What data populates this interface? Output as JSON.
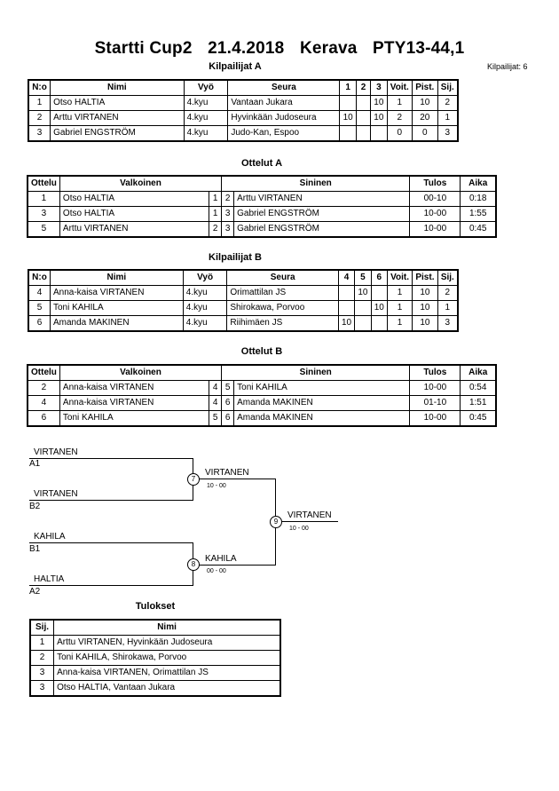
{
  "header": {
    "event": "Startti Cup2",
    "date": "21.4.2018",
    "place": "Kerava",
    "category": "PTY13-44,1",
    "participants": "Kilpailijat: 6"
  },
  "pool_a": {
    "title": "Kilpailijat A",
    "columns": [
      "N:o",
      "Nimi",
      "Vyö",
      "Seura",
      "1",
      "2",
      "3",
      "Voit.",
      "Pist.",
      "Sij."
    ],
    "rows": [
      {
        "no": "1",
        "name": "Otso HALTIA",
        "belt": "4.kyu",
        "club": "Vantaan Jukara",
        "s1": "",
        "s2": "",
        "s3": "10",
        "wins": "1",
        "points": "10",
        "place": "2"
      },
      {
        "no": "2",
        "name": "Arttu VIRTANEN",
        "belt": "4.kyu",
        "club": "Hyvinkään Judoseura",
        "s1": "10",
        "s2": "",
        "s3": "10",
        "wins": "2",
        "points": "20",
        "place": "1"
      },
      {
        "no": "3",
        "name": "Gabriel ENGSTRÖM",
        "belt": "4.kyu",
        "club": "Judo-Kan, Espoo",
        "s1": "",
        "s2": "",
        "s3": "",
        "wins": "0",
        "points": "0",
        "place": "3"
      }
    ]
  },
  "matches_a": {
    "title": "Ottelut A",
    "columns": [
      "Ottelu",
      "Valkoinen",
      "Sininen",
      "Tulos",
      "Aika"
    ],
    "rows": [
      {
        "match": "1",
        "white": "Otso HALTIA",
        "wn": "1",
        "bn": "2",
        "blue": "Arttu VIRTANEN",
        "result": "00-10",
        "time": "0:18"
      },
      {
        "match": "3",
        "white": "Otso HALTIA",
        "wn": "1",
        "bn": "3",
        "blue": "Gabriel ENGSTRÖM",
        "result": "10-00",
        "time": "1:55"
      },
      {
        "match": "5",
        "white": "Arttu VIRTANEN",
        "wn": "2",
        "bn": "3",
        "blue": "Gabriel ENGSTRÖM",
        "result": "10-00",
        "time": "0:45"
      }
    ]
  },
  "pool_b": {
    "title": "Kilpailijat B",
    "columns": [
      "N:o",
      "Nimi",
      "Vyö",
      "Seura",
      "4",
      "5",
      "6",
      "Voit.",
      "Pist.",
      "Sij."
    ],
    "rows": [
      {
        "no": "4",
        "name": "Anna-kaisa VIRTANEN",
        "belt": "4.kyu",
        "club": "Orimattilan JS",
        "s1": "",
        "s2": "10",
        "s3": "",
        "wins": "1",
        "points": "10",
        "place": "2"
      },
      {
        "no": "5",
        "name": "Toni KAHILA",
        "belt": "4.kyu",
        "club": "Shirokawa, Porvoo",
        "s1": "",
        "s2": "",
        "s3": "10",
        "wins": "1",
        "points": "10",
        "place": "1"
      },
      {
        "no": "6",
        "name": "Amanda MAKINEN",
        "belt": "4.kyu",
        "club": "Riihimäen JS",
        "s1": "10",
        "s2": "",
        "s3": "",
        "wins": "1",
        "points": "10",
        "place": "3"
      }
    ]
  },
  "matches_b": {
    "title": "Ottelut B",
    "columns": [
      "Ottelu",
      "Valkoinen",
      "Sininen",
      "Tulos",
      "Aika"
    ],
    "rows": [
      {
        "match": "2",
        "white": "Anna-kaisa VIRTANEN",
        "wn": "4",
        "bn": "5",
        "blue": "Toni KAHILA",
        "result": "10-00",
        "time": "0:54"
      },
      {
        "match": "4",
        "white": "Anna-kaisa VIRTANEN",
        "wn": "4",
        "bn": "6",
        "blue": "Amanda MAKINEN",
        "result": "01-10",
        "time": "1:51"
      },
      {
        "match": "6",
        "white": "Toni KAHILA",
        "wn": "5",
        "bn": "6",
        "blue": "Amanda MAKINEN",
        "result": "10-00",
        "time": "0:45"
      }
    ]
  },
  "bracket": {
    "entrants": [
      {
        "name": "VIRTANEN",
        "pool": "A1"
      },
      {
        "name": "VIRTANEN",
        "pool": "B2"
      },
      {
        "name": "KAHILA",
        "pool": "B1"
      },
      {
        "name": "HALTIA",
        "pool": "A2"
      }
    ],
    "semi1": {
      "match": "7",
      "winner": "VIRTANEN",
      "score": "10 - 00"
    },
    "semi2": {
      "match": "8",
      "winner": "KAHILA",
      "score": "00 - 00"
    },
    "final": {
      "match": "9",
      "winner": "VIRTANEN",
      "score": "10 - 00"
    }
  },
  "results": {
    "title": "Tulokset",
    "columns": [
      "Sij.",
      "Nimi"
    ],
    "rows": [
      {
        "place": "1",
        "name": "Arttu VIRTANEN, Hyvinkään Judoseura"
      },
      {
        "place": "2",
        "name": "Toni KAHILA, Shirokawa, Porvoo"
      },
      {
        "place": "3",
        "name": "Anna-kaisa VIRTANEN, Orimattilan JS"
      },
      {
        "place": "3",
        "name": "Otso HALTIA, Vantaan Jukara"
      }
    ]
  }
}
